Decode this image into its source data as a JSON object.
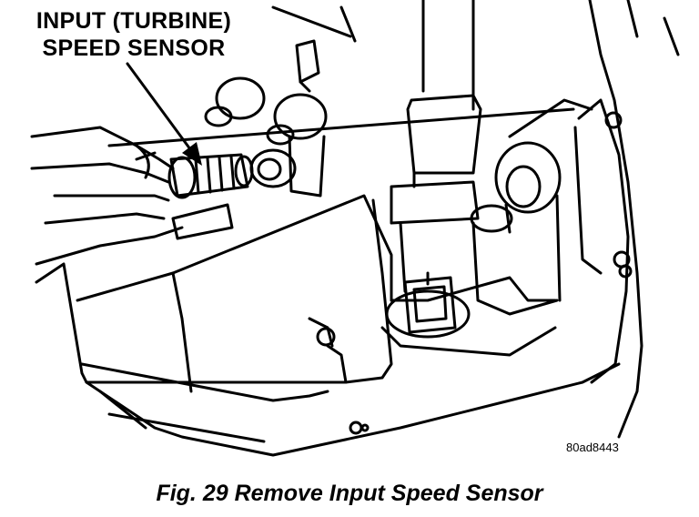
{
  "callout": {
    "line1": "INPUT (TURBINE)",
    "line2": "SPEED SENSOR"
  },
  "figure_code": "80ad8443",
  "caption": "Fig. 29 Remove Input Speed Sensor"
}
